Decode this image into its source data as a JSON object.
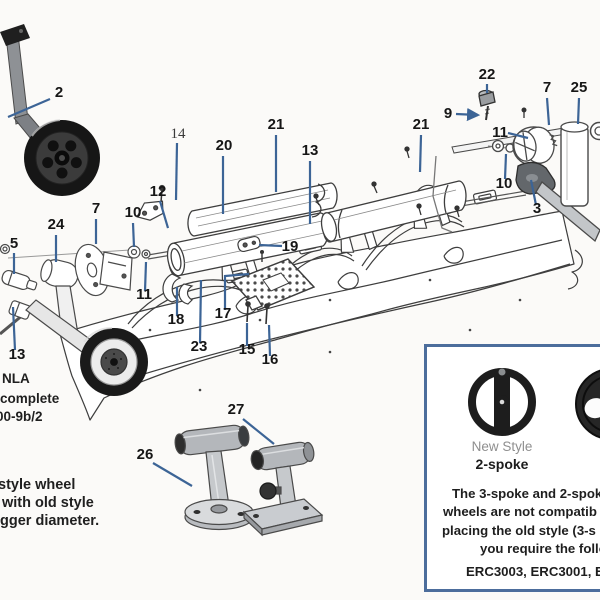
{
  "page": {
    "type": "exploded-parts-diagram"
  },
  "colors": {
    "background": "#fbfaf8",
    "line_art": "#3e3e3e",
    "leader_line": "#3c6496",
    "label_text": "#161616",
    "inset_border": "#4c6d9c",
    "muted_caption": "#8f8f8f",
    "body_text": "#1e1e1e"
  },
  "callouts": [
    {
      "id": "part-2",
      "n": "2"
    },
    {
      "id": "part-14",
      "n": "14"
    },
    {
      "id": "part-12",
      "n": "12"
    },
    {
      "id": "part-20",
      "n": "20"
    },
    {
      "id": "part-21-left",
      "n": "21"
    },
    {
      "id": "part-13-right",
      "n": "13"
    },
    {
      "id": "part-21-right",
      "n": "21"
    },
    {
      "id": "part-22",
      "n": "22"
    },
    {
      "id": "part-9",
      "n": "9"
    },
    {
      "id": "part-7-right",
      "n": "7"
    },
    {
      "id": "part-25",
      "n": "25"
    },
    {
      "id": "part-11-right",
      "n": "11"
    },
    {
      "id": "part-10-right",
      "n": "10"
    },
    {
      "id": "part-3",
      "n": "3"
    },
    {
      "id": "part-5",
      "n": "5"
    },
    {
      "id": "part-24",
      "n": "24"
    },
    {
      "id": "part-7-left",
      "n": "7"
    },
    {
      "id": "part-10-left",
      "n": "10"
    },
    {
      "id": "part-11-left",
      "n": "11"
    },
    {
      "id": "part-13-left",
      "n": "13"
    },
    {
      "id": "part-18",
      "n": "18"
    },
    {
      "id": "part-23",
      "n": "23"
    },
    {
      "id": "part-17",
      "n": "17"
    },
    {
      "id": "part-15",
      "n": "15"
    },
    {
      "id": "part-16",
      "n": "16"
    },
    {
      "id": "part-19",
      "n": "19"
    },
    {
      "id": "part-26",
      "n": "26"
    },
    {
      "id": "part-27",
      "n": "27"
    }
  ],
  "left_notes": {
    "nla_line1": "NLA",
    "nla_line2": "complete",
    "nla_line3": "00-9b/2",
    "wheel_line1": "style wheel",
    "wheel_line2": "with old style",
    "wheel_line3": "igger diameter."
  },
  "inset": {
    "wheel1_caption": "New Style",
    "wheel1_subcaption": "2-spoke",
    "body_line1": "The 3-spoke and 2-spok",
    "body_line2": "wheels are not compatib",
    "body_line3": "placing the old style (3-s",
    "body_line4": "you require the follo",
    "part_numbers": "ERC3003, ERC3001, E"
  }
}
